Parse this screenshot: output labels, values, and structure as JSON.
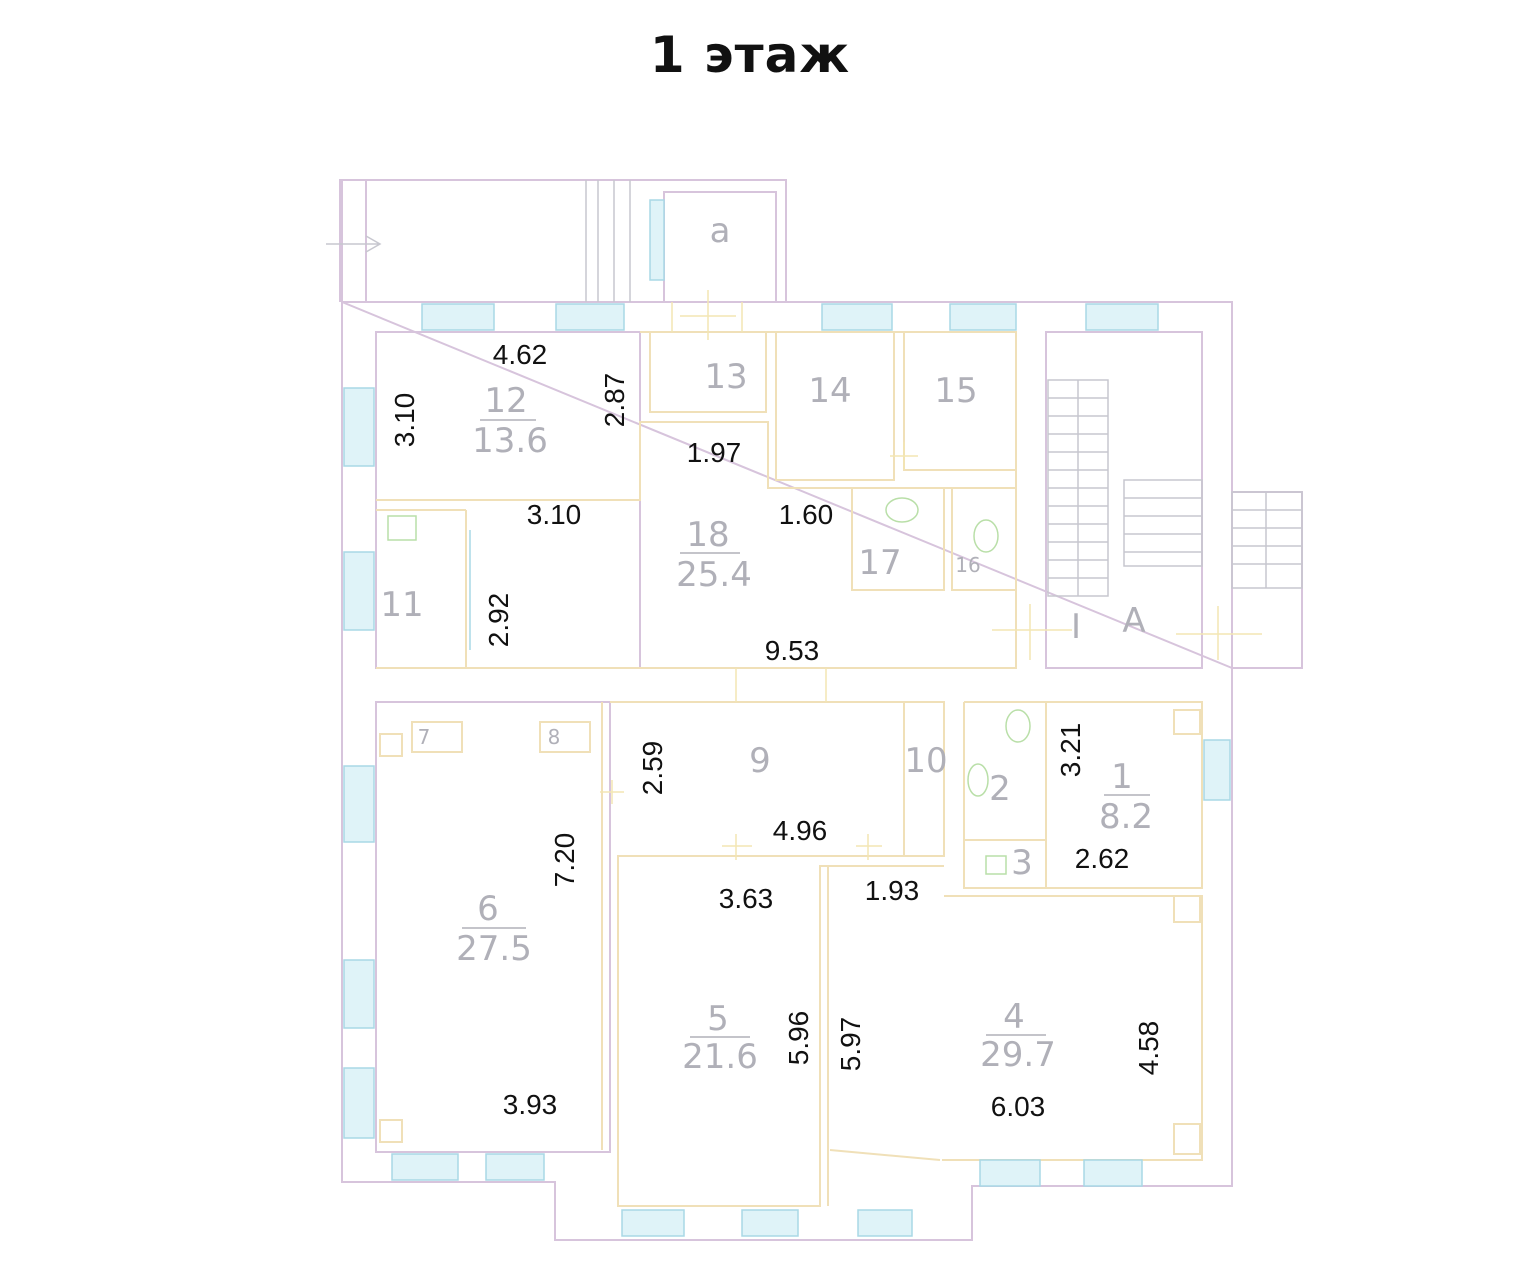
{
  "title": "1 этаж",
  "rooms": [
    {
      "id": "12",
      "number": "12",
      "area": "13.6"
    },
    {
      "id": "18",
      "number": "18",
      "area": "25.4"
    },
    {
      "id": "6",
      "number": "6",
      "area": "27.5"
    },
    {
      "id": "5",
      "number": "5",
      "area": "21.6"
    },
    {
      "id": "4",
      "number": "4",
      "area": "29.7"
    },
    {
      "id": "1",
      "number": "1",
      "area": "8.2"
    },
    {
      "id": "13",
      "number": "13"
    },
    {
      "id": "14",
      "number": "14"
    },
    {
      "id": "15",
      "number": "15"
    },
    {
      "id": "17",
      "number": "17"
    },
    {
      "id": "16",
      "number": "16"
    },
    {
      "id": "11",
      "number": "11"
    },
    {
      "id": "9",
      "number": "9"
    },
    {
      "id": "10",
      "number": "10"
    },
    {
      "id": "2",
      "number": "2"
    },
    {
      "id": "3",
      "number": "3"
    },
    {
      "id": "7",
      "number": "7"
    },
    {
      "id": "8",
      "number": "8"
    },
    {
      "id": "a",
      "number": "a"
    },
    {
      "id": "I",
      "number": "I"
    },
    {
      "id": "A",
      "number": "A"
    }
  ],
  "dimensions": [
    "4.62",
    "3.10",
    "2.87",
    "1.97",
    "3.10",
    "1.60",
    "2.92",
    "9.53",
    "2.59",
    "4.96",
    "7.20",
    "3.63",
    "1.93",
    "3.21",
    "2.62",
    "5.96",
    "5.97",
    "4.58",
    "3.93",
    "6.03"
  ]
}
